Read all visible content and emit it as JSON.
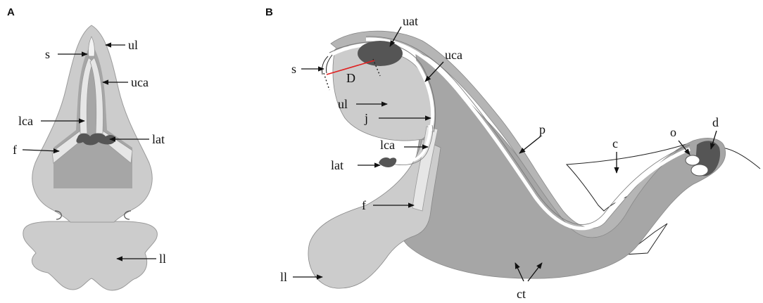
{
  "panels": {
    "a": {
      "letter": "A",
      "labels": {
        "s": "s",
        "ul": "ul",
        "uca": "uca",
        "lca": "lca",
        "lat": "lat",
        "f": "f",
        "ll": "ll"
      }
    },
    "b": {
      "letter": "B",
      "labels": {
        "uat": "uat",
        "s": "s",
        "D": "D",
        "uca": "uca",
        "ul": "ul",
        "j": "j",
        "lca": "lca",
        "lat": "lat",
        "p": "p",
        "c": "c",
        "o": "o",
        "d": "d",
        "f": "f",
        "ll": "ll",
        "ct": "ct"
      }
    }
  },
  "colors": {
    "light_gray": "#cccccc",
    "mid_gray": "#a6a6a6",
    "dark_gray": "#555555",
    "cartilage": "#e6e6e6",
    "measure_line": "#e02020"
  }
}
